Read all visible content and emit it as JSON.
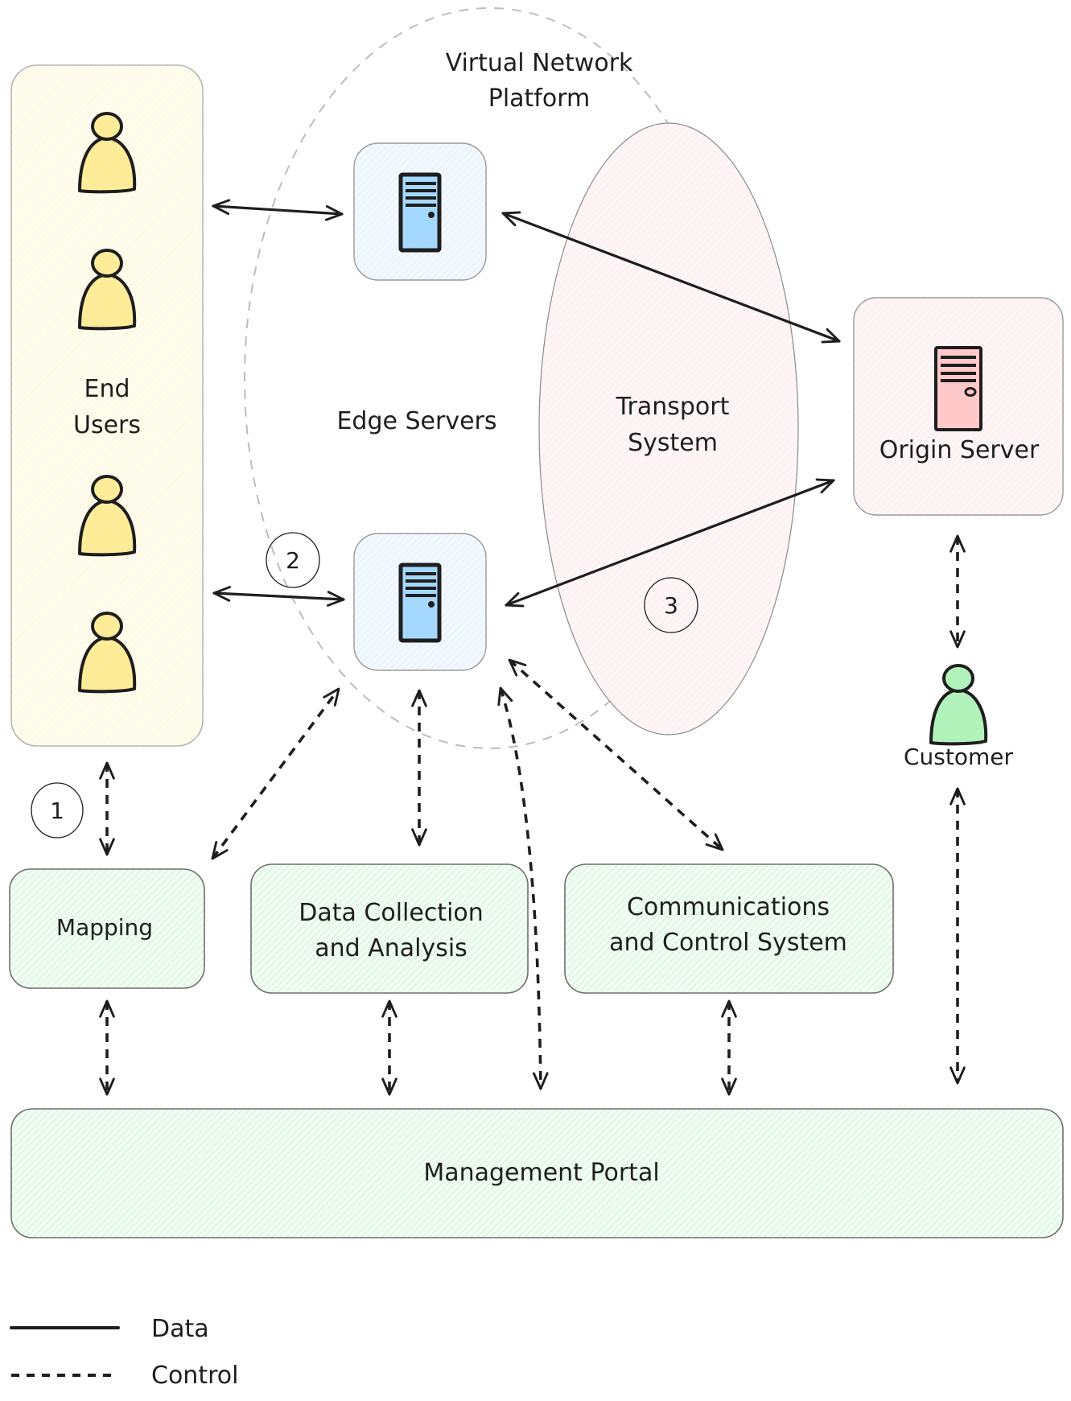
{
  "diagram": {
    "colors": {
      "end_users_fill": "#fffbe6",
      "person_yellow": "#ffec99",
      "person_green": "#b2f2bb",
      "edge_server_fill": "#eef6ff",
      "edge_server_icon": "#a5d8ff",
      "origin_fill": "#fff0f0",
      "origin_icon": "#ffc9c9",
      "transport_fill": "#fff2f2",
      "component_fill": "#ebfbee",
      "stroke": "#1e1e1e",
      "ellipse_dash": "#bdbdbd"
    },
    "groups": {
      "virtual_network_platform": {
        "line1": "Virtual Network",
        "line2": "Platform"
      },
      "transport_system": {
        "line1": "Transport",
        "line2": "System"
      },
      "edge_servers": "Edge Servers"
    },
    "nodes": {
      "end_users": {
        "line1": "End",
        "line2": "Users",
        "icon": "person-icon",
        "count": 4
      },
      "edge_server_top": {
        "icon": "server-icon"
      },
      "edge_server_bottom": {
        "icon": "server-icon"
      },
      "origin_server": {
        "label": "Origin Server",
        "icon": "server-icon"
      },
      "customer": {
        "label": "Customer",
        "icon": "person-icon"
      },
      "mapping": {
        "label": "Mapping"
      },
      "data_collection": {
        "line1": "Data Collection",
        "line2": "and Analysis"
      },
      "comms_control": {
        "line1": "Communications",
        "line2": "and Control System"
      },
      "management_portal": {
        "label": "Management Portal"
      }
    },
    "badges": [
      "1",
      "2",
      "3"
    ],
    "edges": [
      {
        "from": "end_users",
        "to": "edge_server_top",
        "type": "data"
      },
      {
        "from": "end_users",
        "to": "edge_server_bottom",
        "type": "data"
      },
      {
        "from": "edge_server_top",
        "to": "origin_server",
        "type": "data"
      },
      {
        "from": "origin_server",
        "to": "edge_server_bottom",
        "type": "data"
      },
      {
        "from": "end_users",
        "to": "mapping",
        "type": "control"
      },
      {
        "from": "mapping",
        "to": "edge_server_bottom",
        "type": "control"
      },
      {
        "from": "edge_server_bottom",
        "to": "data_collection",
        "type": "control"
      },
      {
        "from": "edge_server_bottom",
        "to": "management_portal",
        "type": "control"
      },
      {
        "from": "edge_server_bottom",
        "to": "comms_control",
        "type": "control"
      },
      {
        "from": "origin_server",
        "to": "customer",
        "type": "control"
      },
      {
        "from": "customer",
        "to": "management_portal",
        "type": "control"
      },
      {
        "from": "mapping",
        "to": "management_portal",
        "type": "control"
      },
      {
        "from": "data_collection",
        "to": "management_portal",
        "type": "control"
      },
      {
        "from": "comms_control",
        "to": "management_portal",
        "type": "control"
      }
    ]
  },
  "legend": {
    "data_label": "Data",
    "control_label": "Control"
  }
}
